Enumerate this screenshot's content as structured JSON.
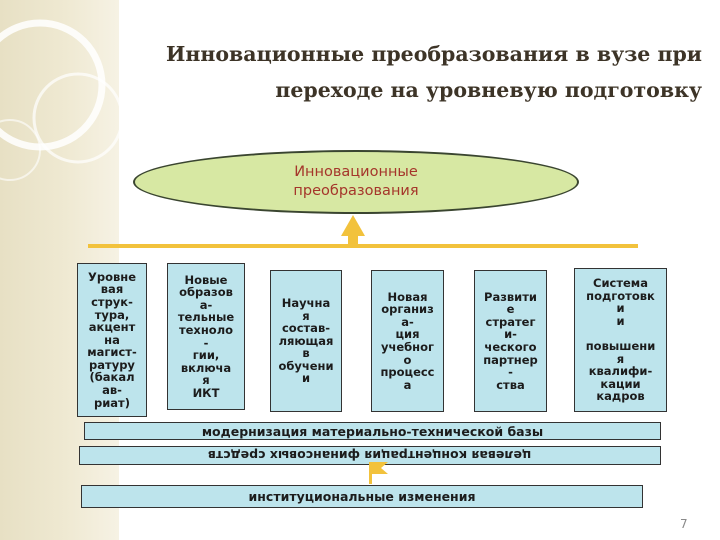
{
  "slide": {
    "title_line1": "Инновационные преобразования в вузе при",
    "title_line2": "переходе на уровневую подготовку",
    "page_number": "7"
  },
  "diagram": {
    "ellipse_line1": "Инновационные",
    "ellipse_line2": "преобразования",
    "boxes": [
      {
        "lines": [
          "Уровне",
          "вая",
          "струк-",
          "тура,",
          "акцент",
          "на",
          "магист-",
          "ратуру",
          "(бакал",
          "ав-",
          "риат)"
        ]
      },
      {
        "lines": [
          "Новые",
          "образов",
          "а-",
          "тельные",
          "техноло",
          "-",
          "гии,",
          "включа",
          "я",
          "ИКТ"
        ]
      },
      {
        "lines": [
          "Научна",
          "я",
          "состав-",
          "ляющая",
          "в",
          "обучени",
          "и"
        ]
      },
      {
        "lines": [
          "Новая",
          "организ",
          "а-",
          "ция",
          "учебног",
          "о",
          "процесс",
          "а"
        ]
      },
      {
        "lines": [
          "Развити",
          "е",
          "стратег",
          "и-",
          "ческого",
          "партнер",
          "-",
          "ства"
        ]
      },
      {
        "lines": [
          "Система",
          "подготовк",
          "и",
          "и",
          "",
          "повышени",
          "я",
          "квалифи-",
          "кации",
          "кадров"
        ]
      }
    ],
    "bar_modernization": "модернизация материально-технической базы",
    "bar_finance": "целевая концентрация финансовых средств",
    "bar_institutional": "институциональные изменения"
  },
  "colors": {
    "box_fill": "#bde4ec",
    "ellipse_fill": "#d7e8a3",
    "ellipse_text": "#a5362b",
    "accent": "#f2c23c"
  }
}
